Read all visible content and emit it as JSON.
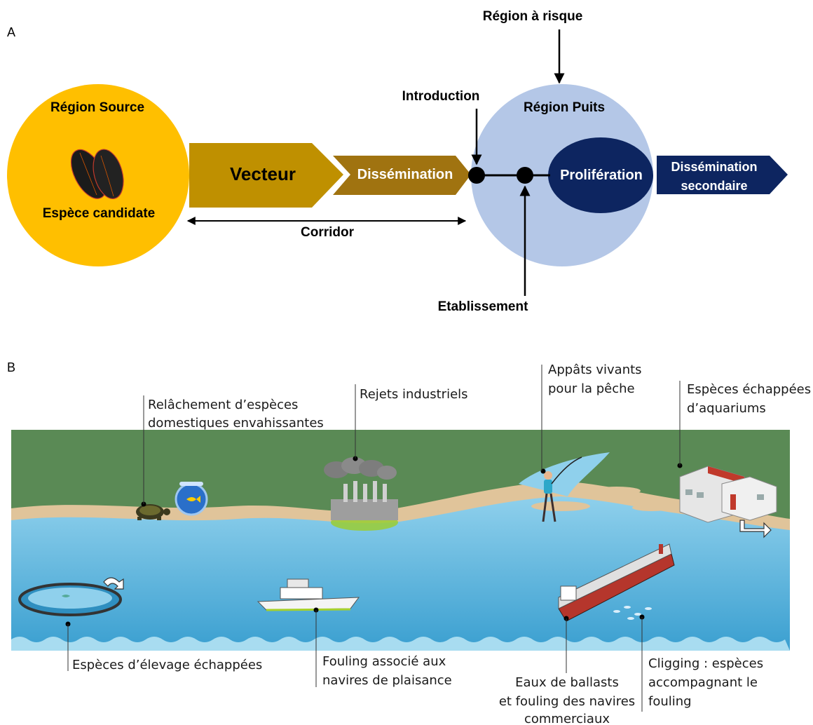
{
  "panel_a": {
    "letter": "A",
    "region_source": "Région Source",
    "espece_candidate": "Espèce candidate",
    "vecteur": "Vecteur",
    "dissemination": "Dissémination",
    "corridor": "Corridor",
    "introduction": "Introduction",
    "region_risque": "Région à risque",
    "region_puits": "Région Puits",
    "proliferation": "Prolifération",
    "dissemination_secondaire_1": "Dissémination",
    "dissemination_secondaire_2": "secondaire",
    "etablissement": "Etablissement",
    "colors": {
      "source": "#ffbf00",
      "vecteur": "#bf9000",
      "dissemination": "#a07310",
      "puits": "#b4c7e7",
      "proliferation": "#0d2560"
    }
  },
  "panel_b": {
    "letter": "B",
    "labels": {
      "relachement_1": "Relâchement d’espèces",
      "relachement_2": "domestiques envahissantes",
      "rejets": "Rejets industriels",
      "appats_1": "Appâts vivants",
      "appats_2": "pour la pêche",
      "aquariums_1": "Espèces échappées",
      "aquariums_2": "d’aquariums",
      "elevage": "Espèces d’élevage échappées",
      "fouling_plaisance_1": "Fouling associé aux",
      "fouling_plaisance_2": "navires de plaisance",
      "ballasts_1": "Eaux de ballasts",
      "ballasts_2": "et fouling des navires",
      "ballasts_3": "commerciaux",
      "cligging_1": "Cligging : espèces",
      "cligging_2": "accompagnant le",
      "cligging_3": "fouling"
    },
    "colors": {
      "land": "#5a8a55",
      "sand": "#e0c49a",
      "water_light": "#7fc4e4",
      "water_deep": "#3a9fd0"
    }
  }
}
